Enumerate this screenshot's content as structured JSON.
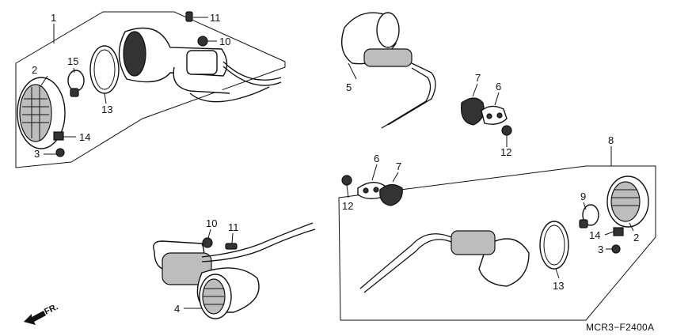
{
  "diagram_code": "MCR3−F2400A",
  "direction_label": "FR.",
  "callouts": {
    "c1": "1",
    "c2a": "2",
    "c15": "15",
    "c13a": "13",
    "c11a": "11",
    "c10a": "10",
    "c14a": "14",
    "c3a": "3",
    "c5": "5",
    "c7a": "7",
    "c6a": "6",
    "c12a": "12",
    "c8": "8",
    "c6b": "6",
    "c7b": "7",
    "c12b": "12",
    "c9": "9",
    "c2b": "2",
    "c14b": "14",
    "c3b": "3",
    "c13b": "13",
    "c10b": "10",
    "c11b": "11",
    "c4": "4"
  }
}
